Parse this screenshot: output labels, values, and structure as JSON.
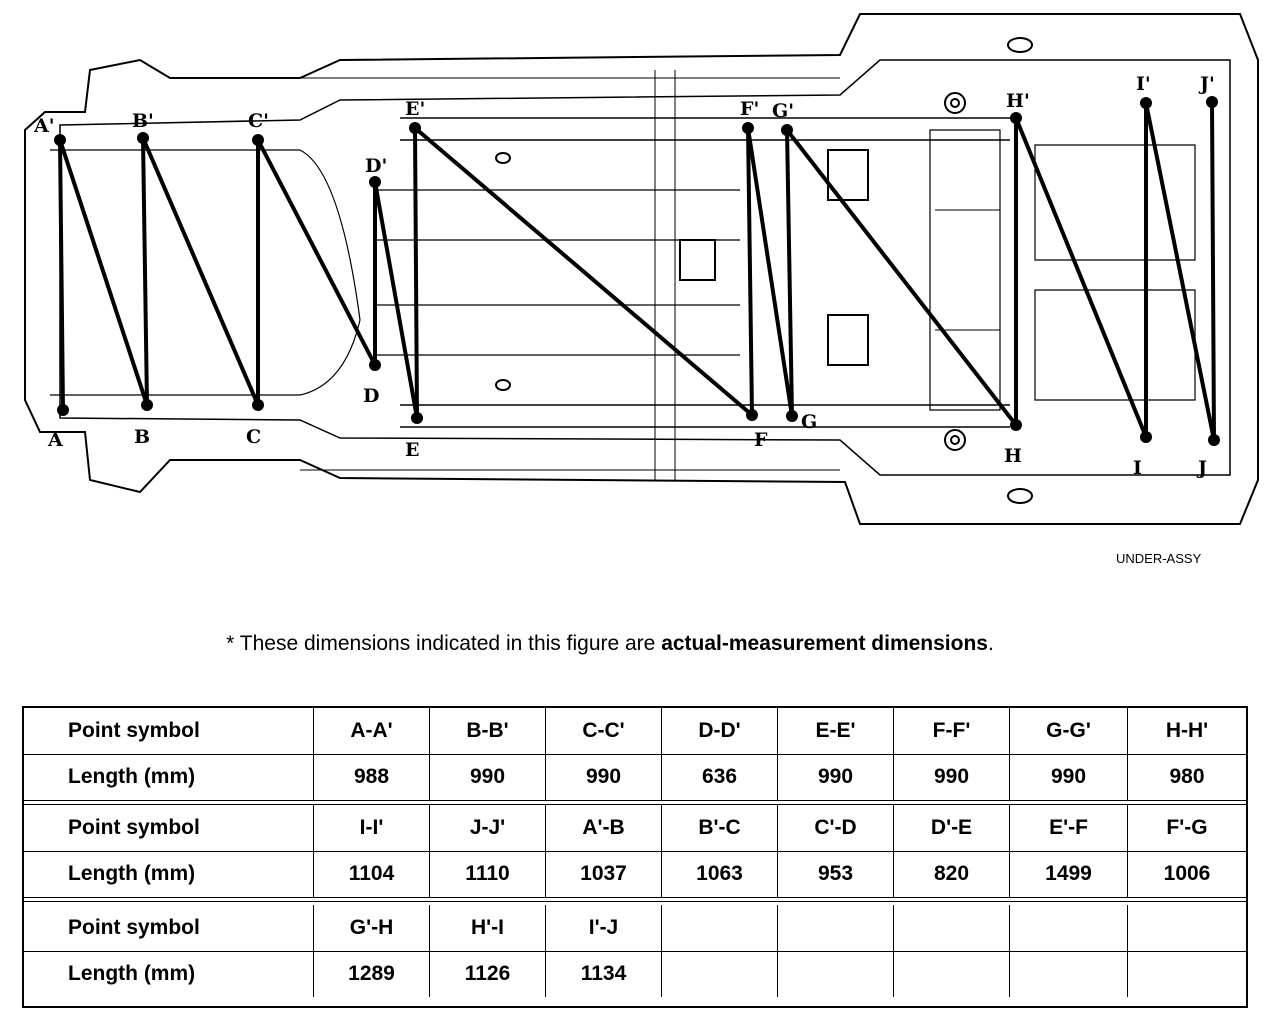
{
  "diagram": {
    "caption": "UNDER-ASSY",
    "labels": {
      "A_top": "A'",
      "B_top": "B'",
      "C_top": "C'",
      "D_top": "D'",
      "E_top": "E'",
      "F_top": "F'",
      "G_top": "G'",
      "H_top": "H'",
      "I_top": "I'",
      "J_top": "J'",
      "A_bot": "A",
      "B_bot": "B",
      "C_bot": "C",
      "D_bot": "D",
      "E_bot": "E",
      "F_bot": "F",
      "G_bot": "G",
      "H_bot": "H",
      "I_bot": "I",
      "J_bot": "J"
    }
  },
  "note": {
    "prefix": "* These dimensions indicated in this figure are ",
    "bold": "actual-measurement dimensions",
    "suffix": "."
  },
  "table": {
    "row_header_symbol": "Point symbol",
    "row_header_length": "Length (mm)",
    "groups": [
      {
        "symbols": [
          "A-A'",
          "B-B'",
          "C-C'",
          "D-D'",
          "E-E'",
          "F-F'",
          "G-G'",
          "H-H'"
        ],
        "lengths": [
          "988",
          "990",
          "990",
          "636",
          "990",
          "990",
          "990",
          "980"
        ]
      },
      {
        "symbols": [
          "I-I'",
          "J-J'",
          "A'-B",
          "B'-C",
          "C'-D",
          "D'-E",
          "E'-F",
          "F'-G"
        ],
        "lengths": [
          "1104",
          "1110",
          "1037",
          "1063",
          "953",
          "820",
          "1499",
          "1006"
        ]
      },
      {
        "symbols": [
          "G'-H",
          "H'-I",
          "I'-J",
          "",
          "",
          "",
          "",
          ""
        ],
        "lengths": [
          "1289",
          "1126",
          "1134",
          "",
          "",
          "",
          "",
          ""
        ]
      }
    ]
  }
}
